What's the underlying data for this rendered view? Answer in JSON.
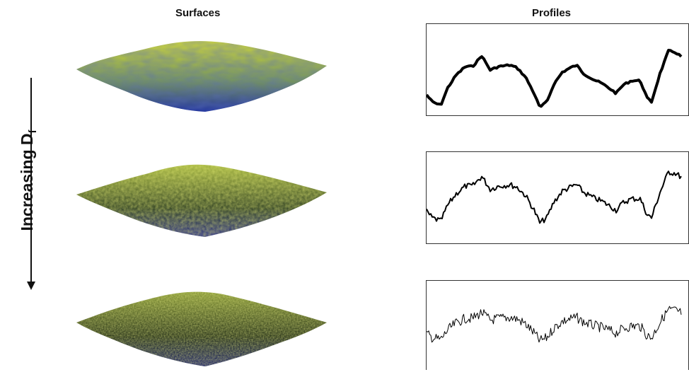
{
  "titles": {
    "surfaces": "Surfaces",
    "profiles": "Profiles"
  },
  "arrow_label": {
    "text": "Increasing D",
    "subscript": "f"
  },
  "colors": {
    "surface_top": "#d8e030",
    "surface_mid": "#4a7a6a",
    "surface_low": "#1c2f9c",
    "rough_base": "#3a4a22",
    "profile_line": "#000000"
  },
  "rows": [
    {
      "roughness": "smooth",
      "line_weight": "thick"
    },
    {
      "roughness": "medium",
      "line_weight": "medium"
    },
    {
      "roughness": "rough",
      "line_weight": "thin"
    }
  ]
}
